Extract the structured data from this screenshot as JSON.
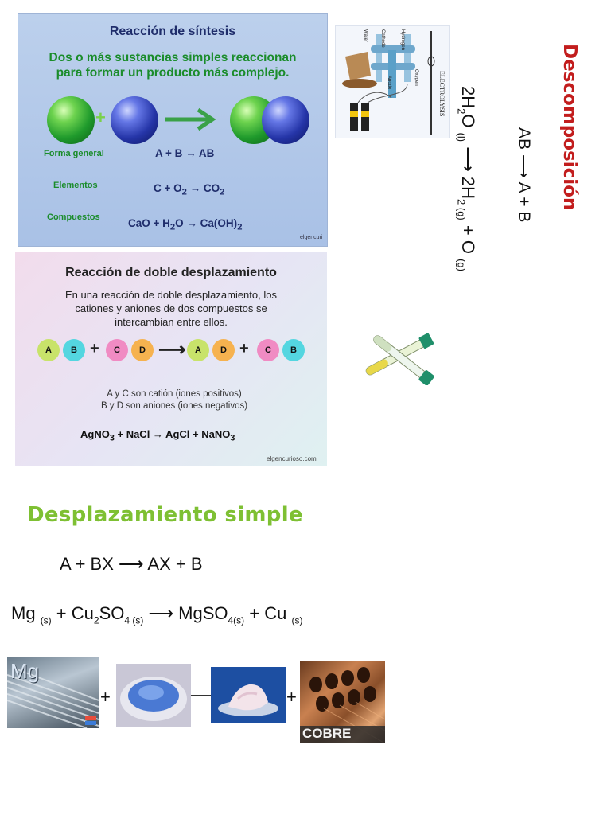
{
  "synthesis": {
    "title": "Reacción de síntesis",
    "subtitle_line1": "Dos o más sustancias simples reaccionan",
    "subtitle_line2": "para formar un producto más complejo.",
    "rows": [
      {
        "label": "Forma general",
        "equation": "A + B → AB"
      },
      {
        "label": "Elementos",
        "eq_parts": [
          "C + O",
          "2",
          " → CO",
          "2"
        ]
      },
      {
        "label": "Compuestos",
        "eq_parts": [
          "CaO + H",
          "2",
          "O → Ca(OH)",
          "2"
        ]
      }
    ],
    "watermark": "elgencuri"
  },
  "double": {
    "title": "Reacción de doble desplazamiento",
    "desc_line1": "En una reacción de doble desplazamiento, los",
    "desc_line2": "cationes y aniones de dos compuestos se",
    "desc_line3": "intercambian entre ellos.",
    "ions_left": [
      "A",
      "B",
      "C",
      "D"
    ],
    "ions_right": [
      "A",
      "D",
      "C",
      "B"
    ],
    "plus": "+",
    "arrow": "⟶",
    "note_line1": "A y C son catión     (iones positivos)",
    "note_line2": "B y D son aniones (iones negativos)",
    "eq_parts": [
      "AgNO",
      "3",
      " + NaCl  → AgCl + NaNO",
      "3"
    ],
    "watermark": "elgencurioso.com"
  },
  "electrolysis": {
    "label": "ELECTROLYSIS",
    "hydrogen": "Hydrogen",
    "oxygen": "Oxygen",
    "cathode": "Cathode",
    "anode": "Anode",
    "water": "Water"
  },
  "decomposition": {
    "title": "Descomposición",
    "general": "AB  ⟶  A + B",
    "water_parts": [
      "2H",
      "2",
      "O ",
      "(l)",
      "  ⟶  2H",
      "2 (g)",
      " + O ",
      "(g)"
    ]
  },
  "simple": {
    "title": "Desplazamiento simple",
    "general": "A  +  BX   ⟶   AX  + B",
    "mg_parts": [
      "Mg ",
      "(s)",
      " + Cu",
      "2",
      "SO",
      "4 (s)",
      " ⟶ MgSO",
      "4(s)",
      " + Cu ",
      "(s)"
    ],
    "mg_label": "Mg",
    "cobre_label": "COBRE",
    "plus": "+"
  },
  "colors": {
    "synthesis_title": "#1f2d6b",
    "synthesis_green": "#1a8c2a",
    "decomposition_title": "#c21d1d",
    "simple_title": "#7ec033"
  }
}
